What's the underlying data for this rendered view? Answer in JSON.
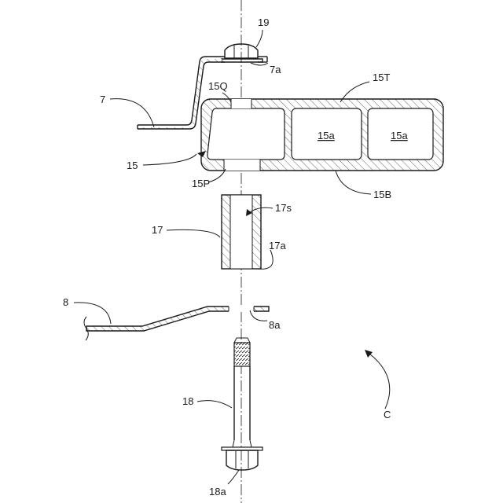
{
  "labels": {
    "l19": "19",
    "l7a": "7a",
    "l15T": "15T",
    "l15Q": "15Q",
    "l7": "7",
    "l15a_1": "15a",
    "l15a_2": "15a",
    "l15": "15",
    "l15P": "15P",
    "l15B": "15B",
    "l17s": "17s",
    "l17": "17",
    "l17a": "17a",
    "l8": "8",
    "l8a": "8a",
    "lC": "C",
    "l18": "18",
    "l18a": "18a"
  }
}
